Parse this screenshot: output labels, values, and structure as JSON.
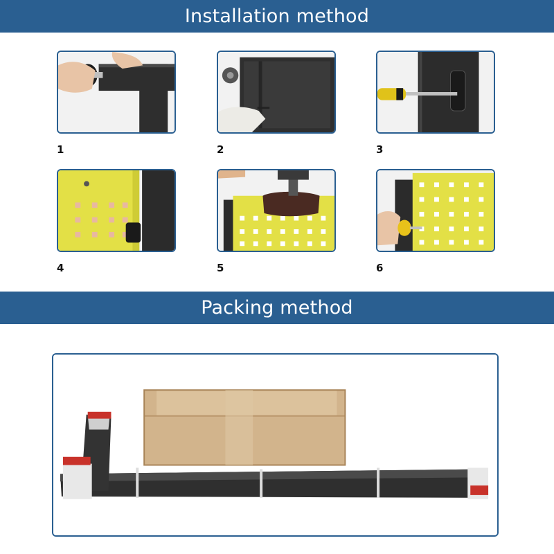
{
  "installation": {
    "title": "Installation method",
    "steps": [
      {
        "label": "1"
      },
      {
        "label": "2"
      },
      {
        "label": "3"
      },
      {
        "label": "4"
      },
      {
        "label": "5"
      },
      {
        "label": "6"
      }
    ]
  },
  "packing": {
    "title": "Packing method"
  },
  "colors": {
    "banner": "#2a5f91",
    "frame_border": "#2a5f91",
    "panel_yellow": "#e3e046",
    "frame_black": "#2b2b2b",
    "cardboard": "#d2b48c"
  }
}
